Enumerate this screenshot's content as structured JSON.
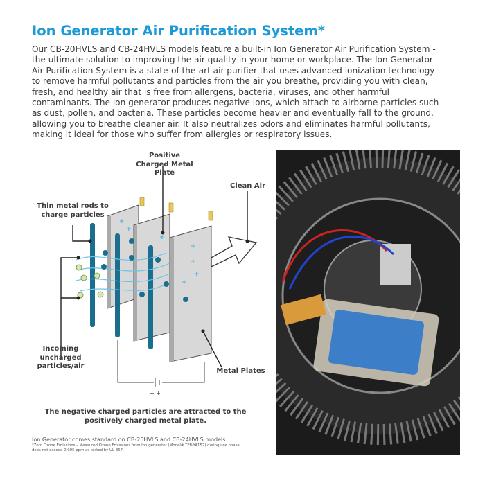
{
  "title": "Ion Generator Air Purification System*",
  "intro": "Our CB-20HVLS and CB-24HVLS models feature a built-in Ion Generator Air Purification System - the ultimate solution to improving the air quality in your home or workplace. The Ion Generator Air Purification System is a state-of-the-art air purifier that uses advanced ionization technology to remove harmful pollutants and particles from the air you breathe, providing you with clean, fresh, and healthy air that is free from allergens, bacteria, viruses, and other harmful contaminants. The ion generator produces negative ions, which attach to airborne particles such as dust, pollen, and bacteria. These particles become heavier and eventually fall to the ground, allowing you to breathe cleaner air. It also neutralizes odors and eliminates harmful pollutants, making it ideal for those who suffer from allergies or respiratory issues.",
  "diagram": {
    "positive_plate": "Positive Charged Metal Plate",
    "clean_air": "Clean Air",
    "thin_rods": "Thin metal rods to charge particles",
    "incoming": "Incoming uncharged particles/air",
    "metal_plates": "Metal Plates",
    "caption": "The negative charged particles are attracted to the positively charged metal plate."
  },
  "footnote": {
    "main": "Ion Generator comes standard on CB-20HVLS and CB-24HVLS models.",
    "small": "*Zero Ozone Emissions – Measured Ozone Emissions from Ion generator (Model# TFB-YA152) during use phase does not exceed 0.005 ppm as tested by UL 867."
  },
  "colors": {
    "accent": "#1c9ad8",
    "rod": "#1a6f8f",
    "plate": "#dcdcdc"
  }
}
